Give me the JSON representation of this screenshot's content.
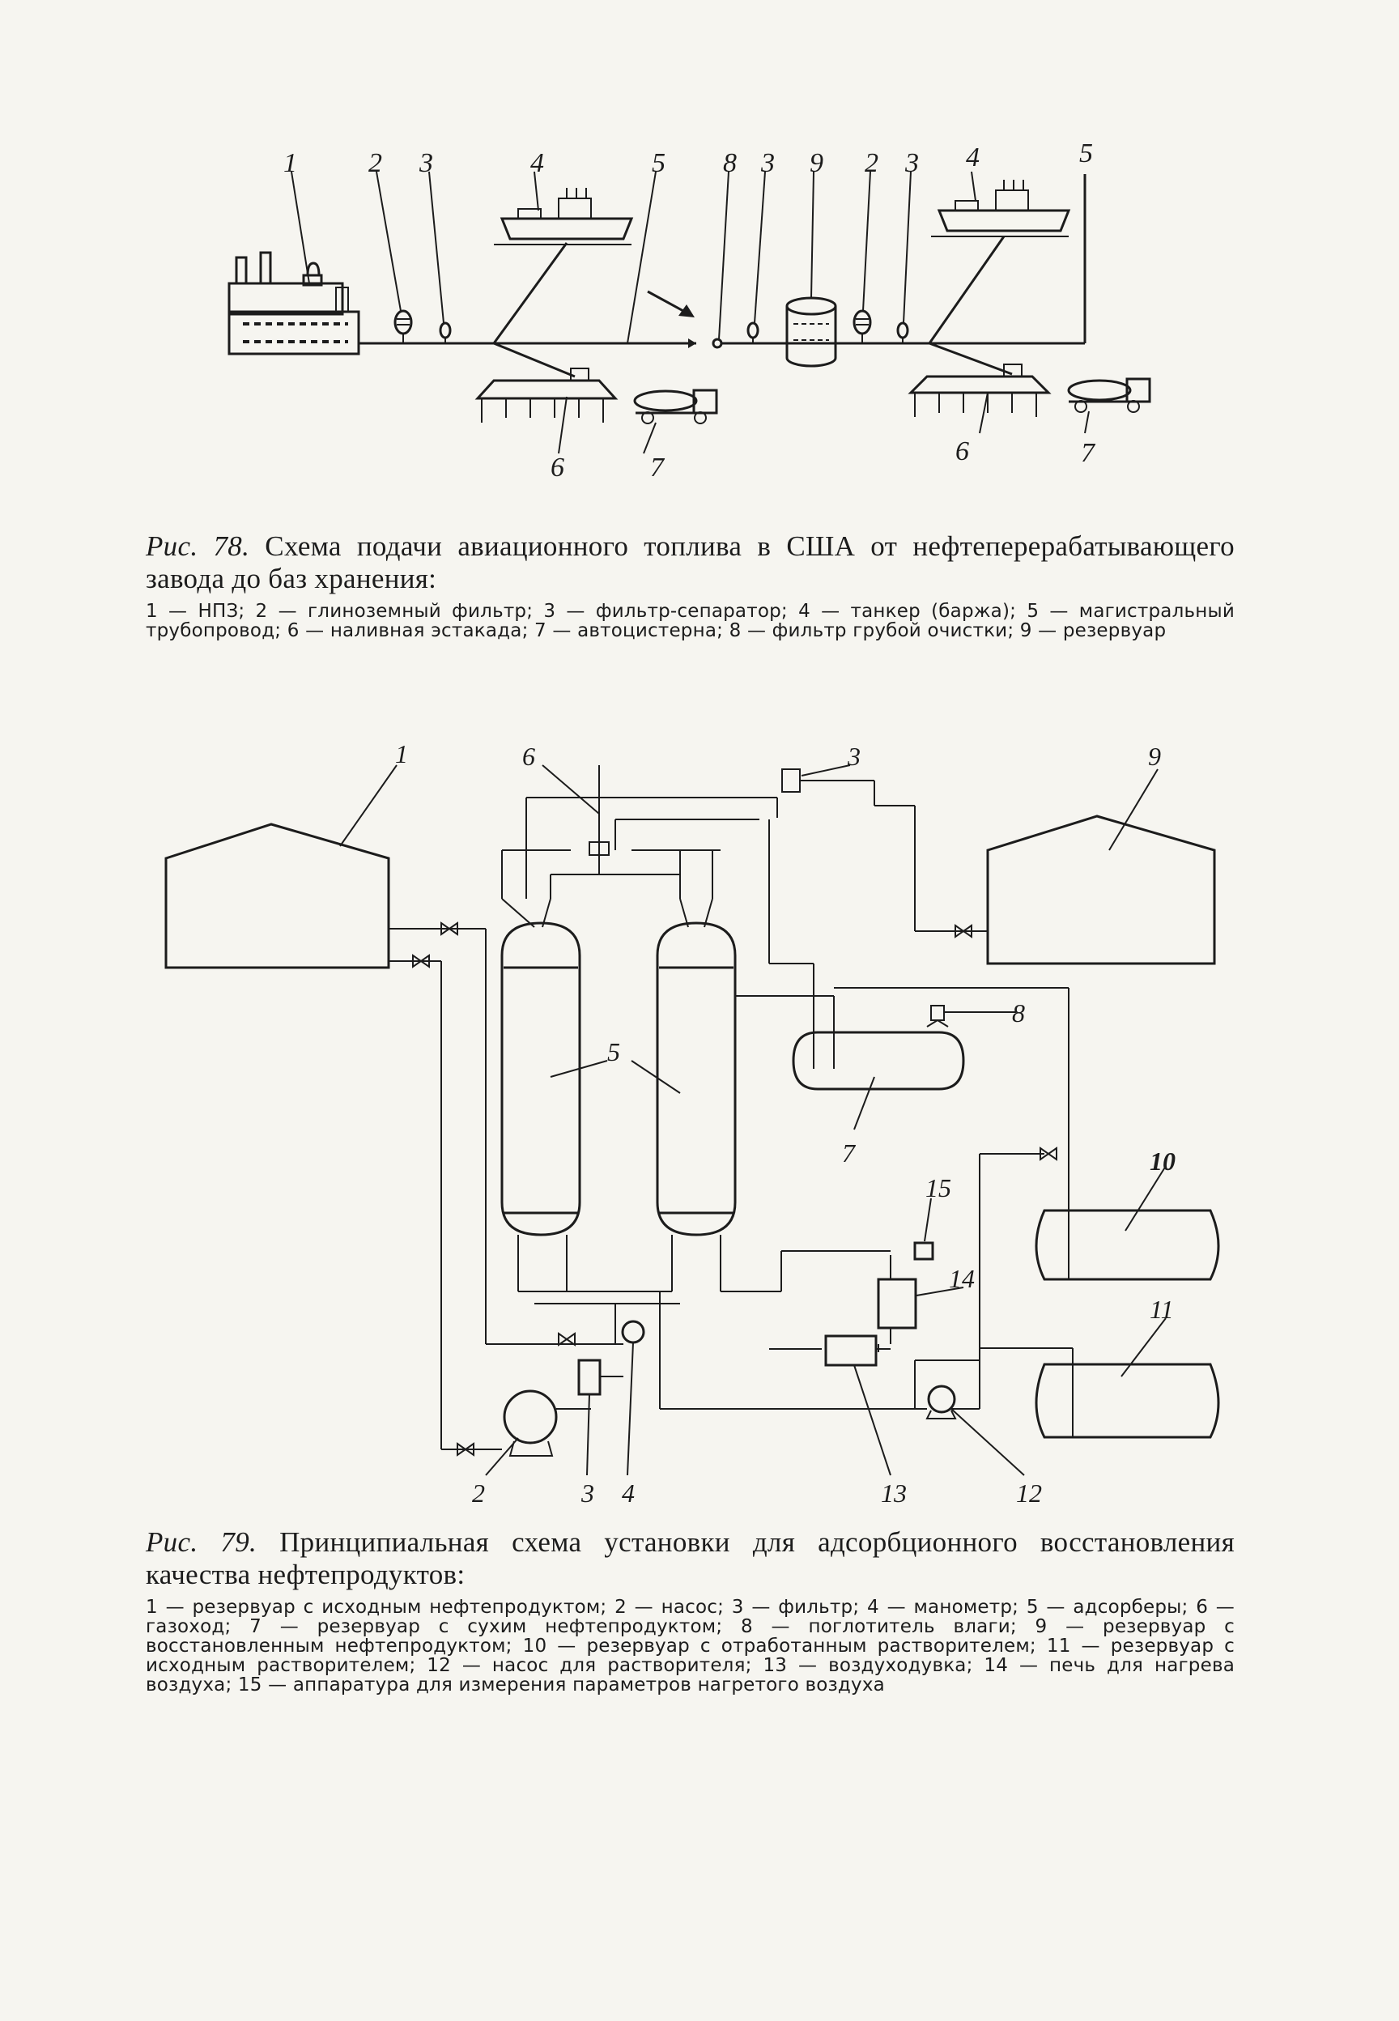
{
  "figure78": {
    "labels": {
      "l1": "1",
      "l2a": "2",
      "l3a": "3",
      "l4a": "4",
      "l5a": "5",
      "l8": "8",
      "l3b": "3",
      "l9": "9",
      "l2b": "2",
      "l3c": "3",
      "l4b": "4",
      "l5b": "5",
      "l6a": "6",
      "l7a": "7",
      "l6b": "6",
      "l7b": "7"
    },
    "caption": {
      "number": "Рис. 78.",
      "title": "Схема подачи авиационного топлива в США от нефтеперерабатывающего завода до баз хранения:",
      "legend": "1 — НПЗ; 2 — глиноземный фильтр; 3 — фильтр-сепаратор; 4 — танкер (баржа); 5 — магистральный трубопровод; 6 — наливная эстакада; 7 — автоцистерна; 8 — фильтр грубой очистки; 9 — резервуар"
    }
  },
  "figure79": {
    "labels": {
      "l1": "1",
      "l6": "6",
      "l3top": "3",
      "l9": "9",
      "l5": "5",
      "l8": "8",
      "l7": "7",
      "l10": "10",
      "l15": "15",
      "l14": "14",
      "l11": "11",
      "l2": "2",
      "l3": "3",
      "l4": "4",
      "l13": "13",
      "l12": "12"
    },
    "caption": {
      "number": "Рис. 79.",
      "title": "Принципиальная схема установки для адсорбционного восстановления качества нефтепродуктов:",
      "legend": "1 — резервуар с исходным нефтепродуктом; 2 — насос; 3 — фильтр; 4 — манометр; 5 — адсорберы; 6 — газоход; 7 — резервуар с сухим нефтепродуктом; 8 — поглотитель влаги; 9 — резервуар с восстановленным нефтепродуктом; 10 — резервуар с отработанным растворителем; 11 — резервуар с исходным растворителем; 12 — насос для растворителя; 13 — воздуходувка; 14 — печь для нагрева воздуха; 15 — аппаратура для измерения параметров нагретого воздуха"
    }
  }
}
